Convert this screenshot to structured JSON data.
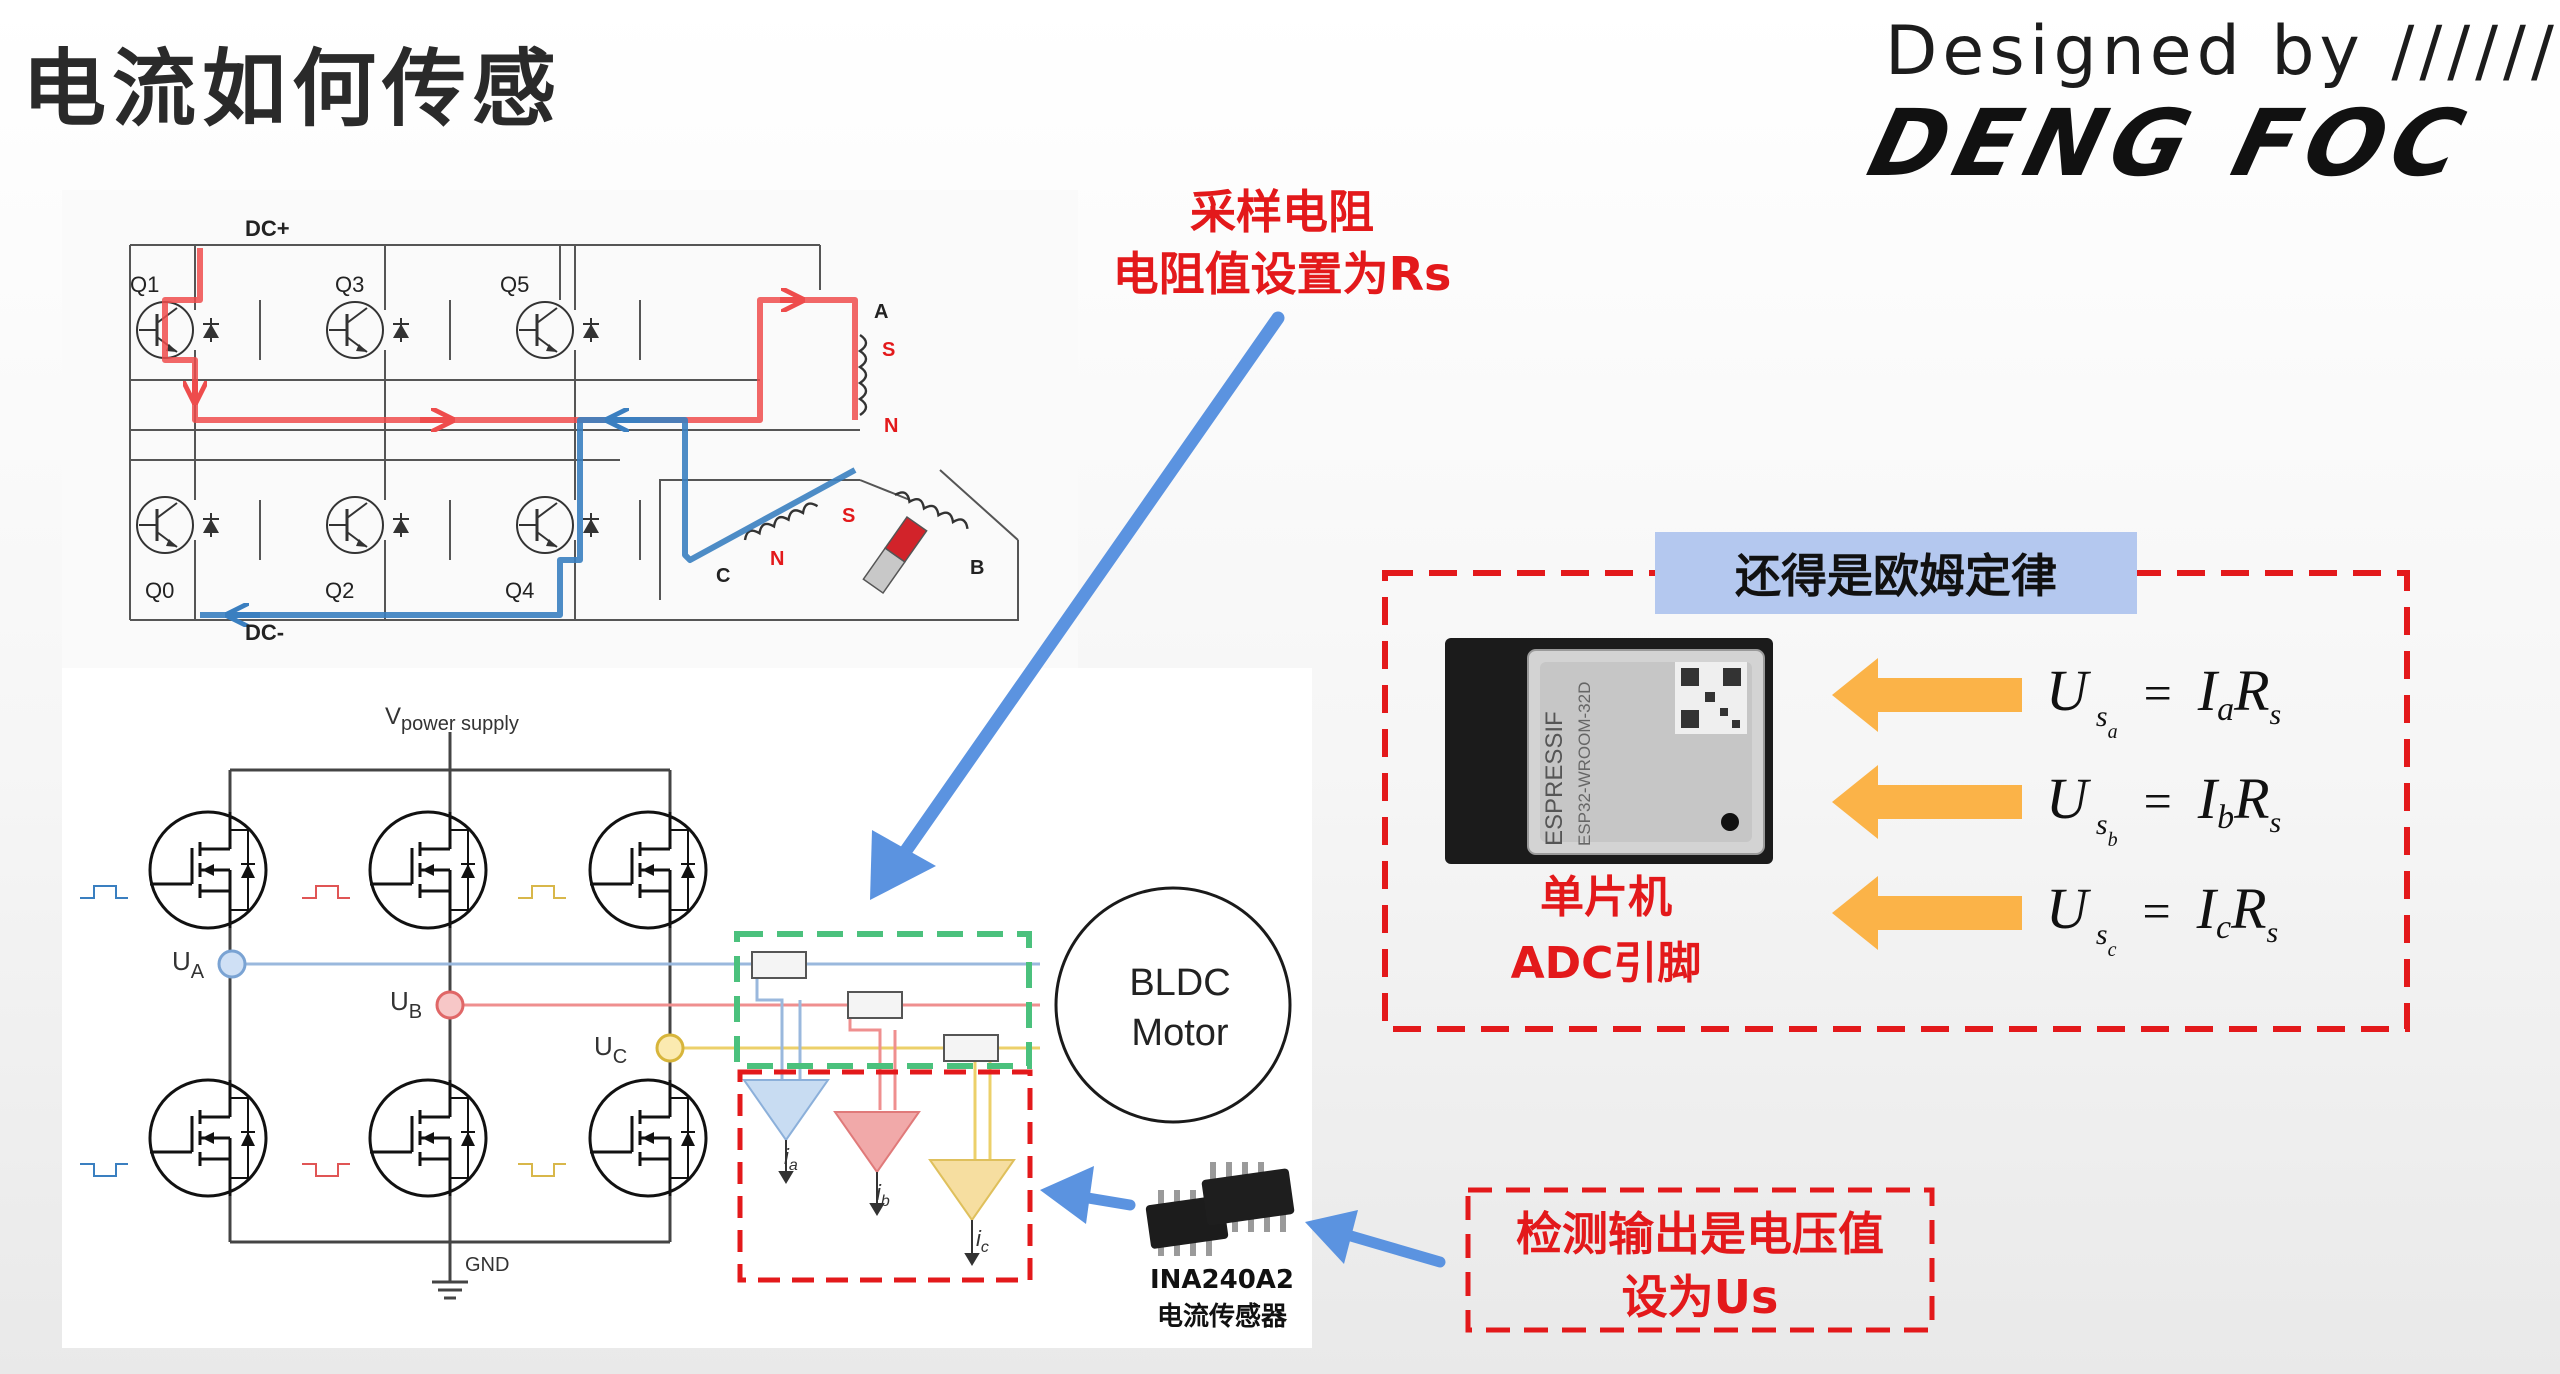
{
  "title": "电流如何传感",
  "brand": {
    "line1": "Designed by  //////",
    "line2": "DENG FOC"
  },
  "inverter_top": {
    "dc_plus": "DC+",
    "dc_minus": "DC-",
    "switches": [
      "Q1",
      "Q3",
      "Q5",
      "Q0",
      "Q2",
      "Q4"
    ],
    "phases": [
      "A",
      "B",
      "C"
    ],
    "poles": [
      "S",
      "N",
      "S",
      "N"
    ]
  },
  "inverter_bottom": {
    "vsupply_v": "V",
    "vsupply_sub": "power supply",
    "gnd": "GND",
    "phase_nodes": [
      {
        "main": "U",
        "sub": "A"
      },
      {
        "main": "U",
        "sub": "B"
      },
      {
        "main": "U",
        "sub": "C"
      }
    ],
    "currents": [
      {
        "main": "i",
        "sub": "a"
      },
      {
        "main": "i",
        "sub": "b"
      },
      {
        "main": "i",
        "sub": "c"
      }
    ],
    "motor": [
      "BLDC",
      "Motor"
    ]
  },
  "annotations": {
    "sense_resistor": [
      "采样电阻",
      "电阻值设置为Rs"
    ],
    "ohm_law_title": "还得是欧姆定律",
    "mcu_caption": [
      "单片机",
      "ADC引脚"
    ],
    "chip_caption": [
      "INA240A2",
      "电流传感器"
    ],
    "output_note": [
      "检测输出是电压值",
      "设为Us"
    ]
  },
  "module": {
    "brand": "ESPRESSIF",
    "model": "ESP32-WROOM-32D"
  },
  "equations": [
    {
      "U": "U",
      "s": "s",
      "phase": "a",
      "eq": "=",
      "I": "I",
      "R": "R",
      "rs": "s"
    },
    {
      "U": "U",
      "s": "s",
      "phase": "b",
      "eq": "=",
      "I": "I",
      "R": "R",
      "rs": "s"
    },
    {
      "U": "U",
      "s": "s",
      "phase": "c",
      "eq": "=",
      "I": "I",
      "R": "R",
      "rs": "s"
    }
  ],
  "colors": {
    "red_path": "#ee4c4c",
    "blue_path": "#3a7fc0",
    "annotation_red": "#e3191b",
    "arrow_blue": "#5b93e0",
    "arrow_orange": "#fbb348",
    "dash_green": "#4bc17d",
    "phase_a": "#9ab8dd",
    "phase_b": "#ef8f8f",
    "phase_c": "#ecd06a",
    "title_box": "#b4c8ef"
  }
}
